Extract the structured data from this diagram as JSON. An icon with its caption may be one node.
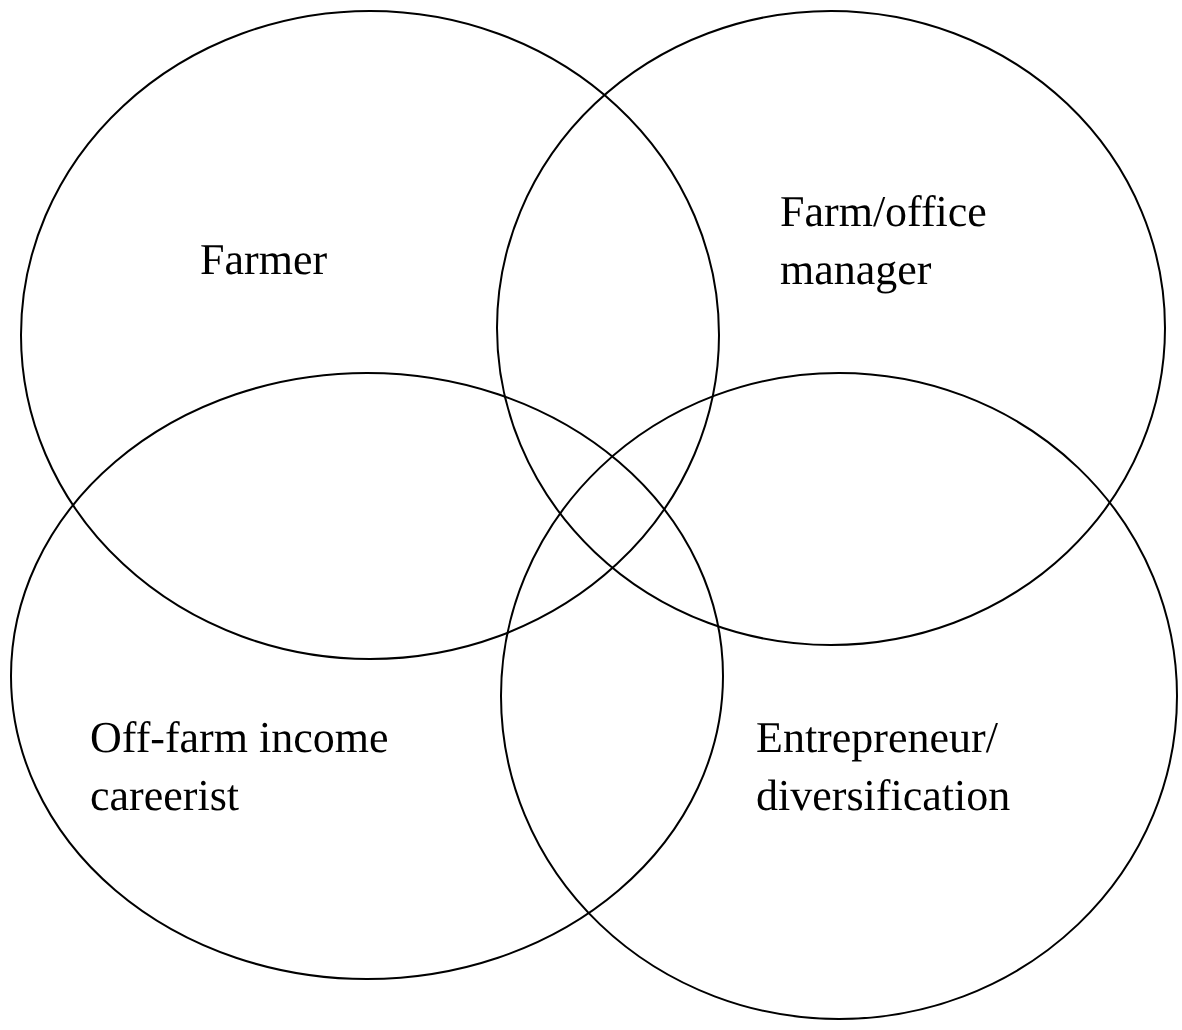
{
  "diagram": {
    "nodes": [
      {
        "text": [
          "Farmer"
        ]
      },
      {
        "text": [
          "Farm/office manager"
        ]
      },
      {
        "text": [
          "Off-farm income careerist"
        ]
      },
      {
        "text": [
          "Entrepreneur/ diversification"
        ]
      }
    ]
  }
}
